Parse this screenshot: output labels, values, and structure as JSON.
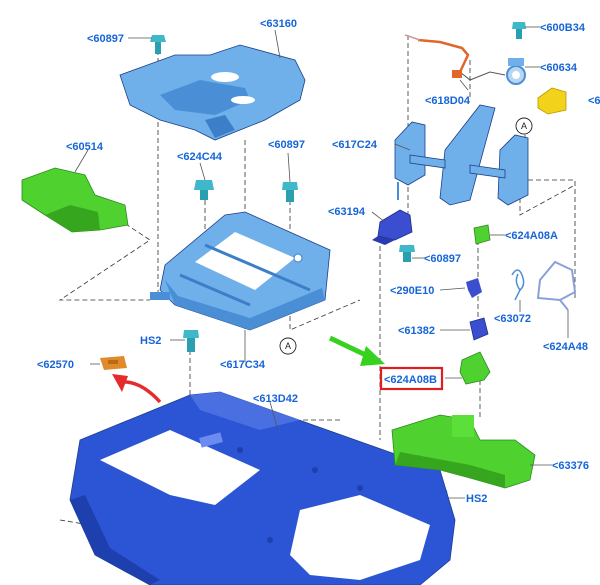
{
  "labels": {
    "l_60897_a": "<60897",
    "l_63160": "<63160",
    "l_60514": "<60514",
    "l_624c44": "<624C44",
    "l_60897_b": "<60897",
    "l_hs2_a": "HS2",
    "l_617c34": "<617C34",
    "l_62570": "<62570",
    "l_613d42": "<613D42",
    "l_600b34": "<600B34",
    "l_60634": "<60634",
    "l_6_cut": "<6",
    "l_618d04": "<618D04",
    "l_617c24": "<617C24",
    "l_63194": "<63194",
    "l_624a08a": "<624A08A",
    "l_60897_c": "<60897",
    "l_290e10": "<290E10",
    "l_63072": "<63072",
    "l_624a48": "<624A48",
    "l_61382": "<61382",
    "l_624a08b": "<624A08B",
    "l_63376": "<63376",
    "l_hs2_b": "HS2"
  },
  "callouts": {
    "a1": "A",
    "a2": "A"
  },
  "colors": {
    "label_blue": "#1565d8",
    "part_light_blue": "#6fb0ea",
    "part_dark_blue": "#2c55d6",
    "part_green": "#4fd12f",
    "part_yellow": "#f2d21a",
    "highlight_red": "#e01e1e",
    "arrow_green": "#37d21e",
    "arrow_red": "#e52b2b"
  }
}
